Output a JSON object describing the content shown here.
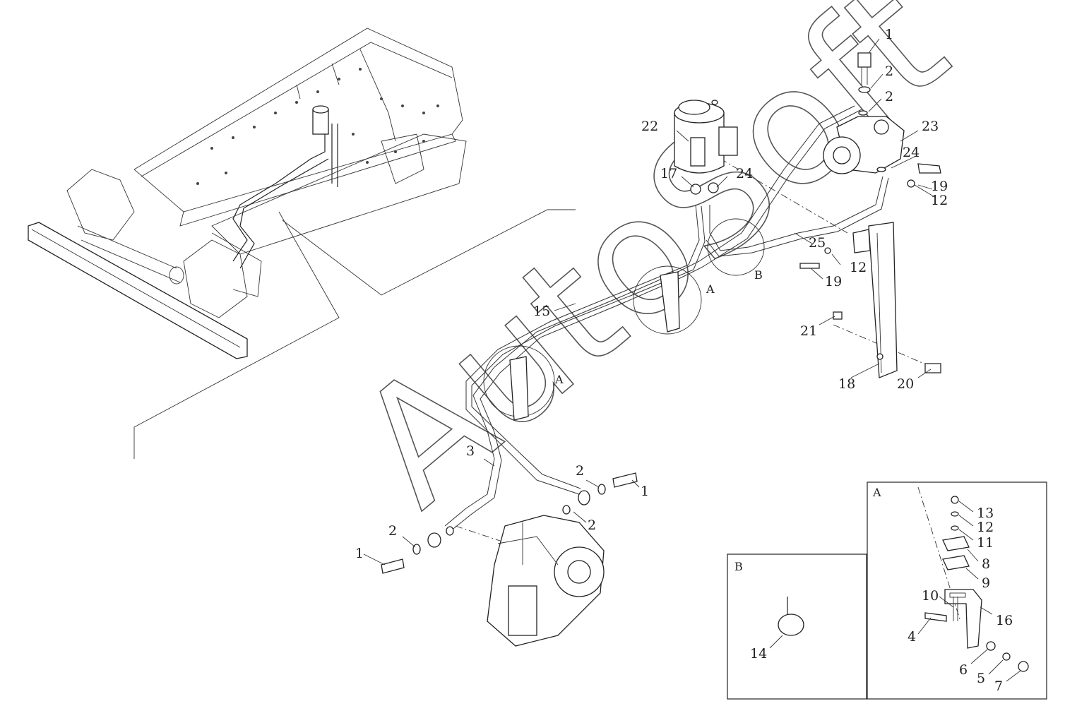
{
  "watermark": "AutoSoft",
  "detail_a": {
    "title": "A"
  },
  "detail_b": {
    "title": "B"
  },
  "view_labels": {
    "a1": "A",
    "a2": "A",
    "b": "B"
  },
  "callouts": {
    "c1_top": "1",
    "c2_top_a": "2",
    "c2_top_b": "2",
    "c23": "23",
    "c24_pump": "24",
    "c19_pump": "19",
    "c12_pump": "12",
    "c22": "22",
    "c17": "17",
    "c24_res": "24",
    "c25": "25",
    "c12_mid": "12",
    "c19_mid": "19",
    "c15": "15",
    "c21": "21",
    "c18": "18",
    "c20": "20",
    "c3": "3",
    "c2_gear_a": "2",
    "c1_gear_right": "1",
    "c2_gear_b": "2",
    "c2_gear_c": "2",
    "c1_gear_left": "1",
    "c13": "13",
    "c12_a": "12",
    "c11": "11",
    "c8": "8",
    "c9": "9",
    "c10": "10",
    "c16": "16",
    "c4": "4",
    "c6": "6",
    "c5": "5",
    "c7": "7",
    "c14": "14"
  }
}
